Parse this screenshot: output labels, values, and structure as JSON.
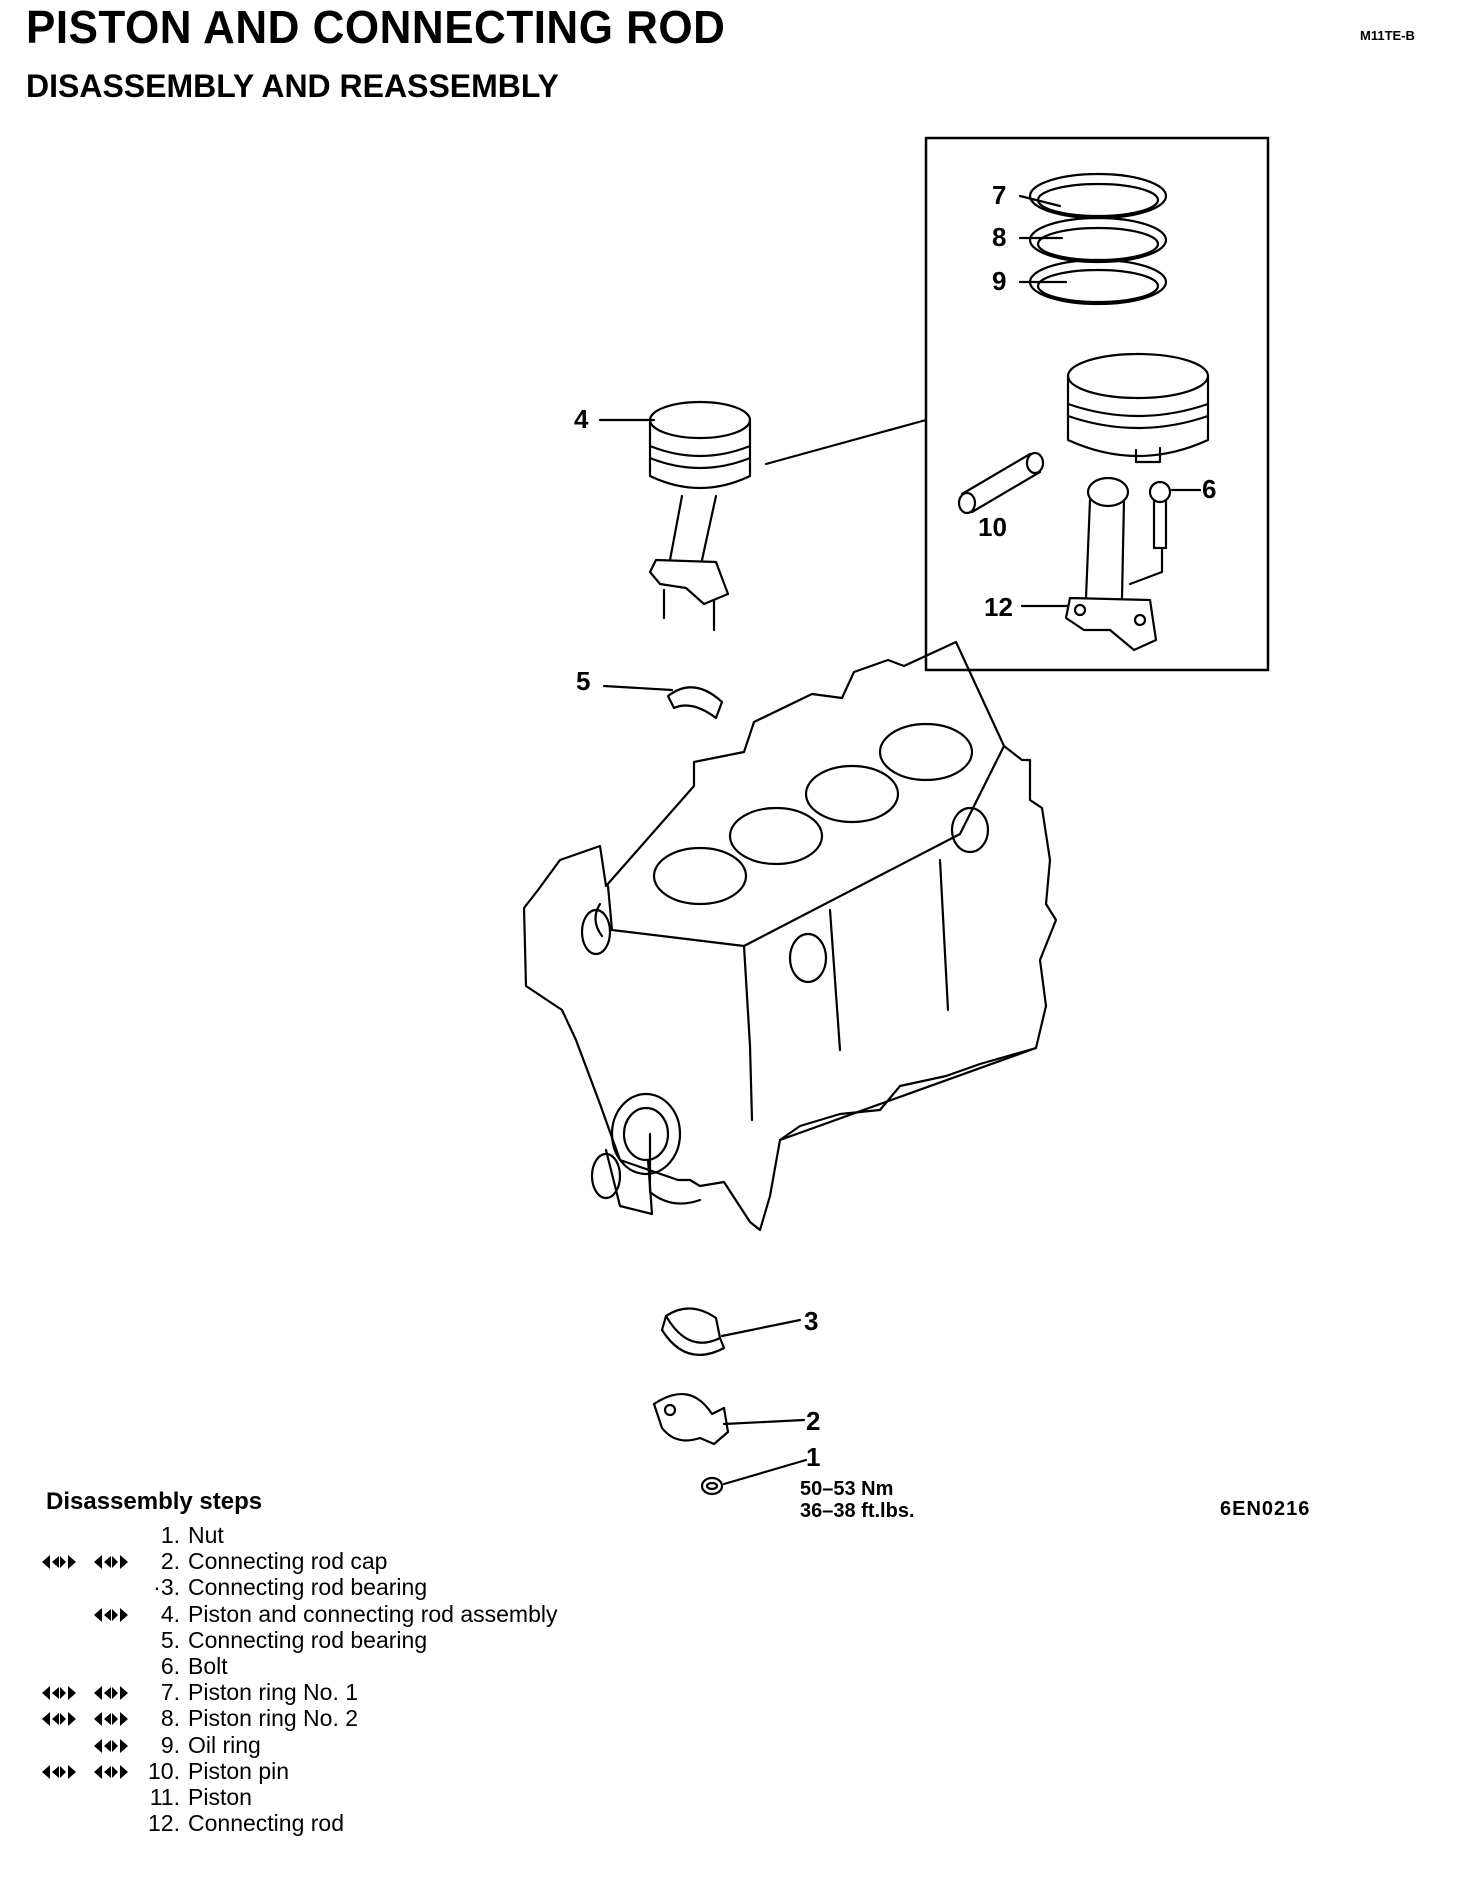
{
  "header": {
    "title": "PISTON AND CONNECTING ROD",
    "subtitle": "DISASSEMBLY AND REASSEMBLY",
    "doc_code": "M11TE-B"
  },
  "figure": {
    "code": "6EN0216",
    "callouts": [
      "1",
      "2",
      "3",
      "4",
      "5",
      "6",
      "7",
      "8",
      "9",
      "10",
      "12"
    ],
    "torque": {
      "nm": "50–53  Nm",
      "ftlbs": "36–38  ft.lbs."
    }
  },
  "steps_heading": "Disassembly steps",
  "steps": [
    {
      "num": "1.",
      "label": "Nut",
      "marks": ""
    },
    {
      "num": "2.",
      "label": "Connecting rod cap",
      "marks": "both"
    },
    {
      "num": "·3.",
      "label": "Connecting rod bearing",
      "marks": ""
    },
    {
      "num": "4.",
      "label": "Piston and connecting rod assembly",
      "marks": "reassembly"
    },
    {
      "num": "5.",
      "label": "Connecting rod bearing",
      "marks": ""
    },
    {
      "num": "6.",
      "label": "Bolt",
      "marks": ""
    },
    {
      "num": "7.",
      "label": "Piston ring No. 1",
      "marks": "both"
    },
    {
      "num": "8.",
      "label": "Piston ring No. 2",
      "marks": "both"
    },
    {
      "num": "9.",
      "label": "Oil ring",
      "marks": "reassembly"
    },
    {
      "num": "10.",
      "label": "Piston pin",
      "marks": "both"
    },
    {
      "num": "11.",
      "label": "Piston",
      "marks": ""
    },
    {
      "num": "12.",
      "label": "Connecting rod",
      "marks": ""
    }
  ]
}
